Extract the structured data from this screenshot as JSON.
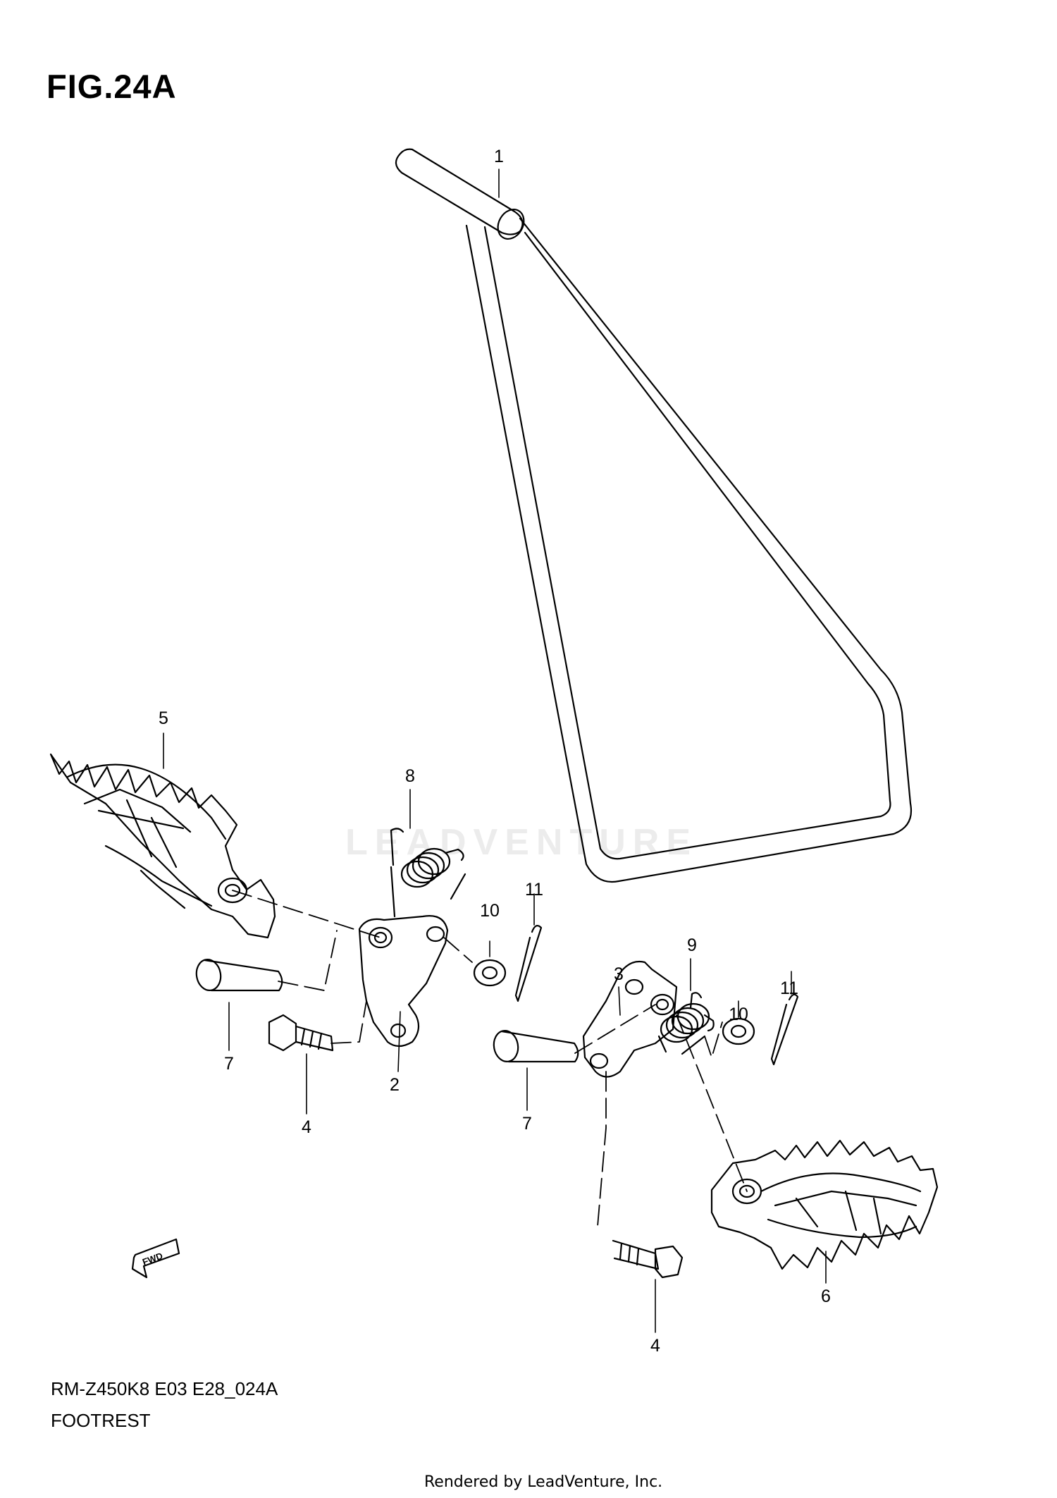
{
  "figure": {
    "title": "FIG.24A"
  },
  "callouts": {
    "c1": "1",
    "c2": "2",
    "c3": "3",
    "c4a": "4",
    "c4b": "4",
    "c5": "5",
    "c6": "6",
    "c7a": "7",
    "c7b": "7",
    "c8": "8",
    "c9": "9",
    "c10a": "10",
    "c10b": "10",
    "c11a": "11",
    "c11b": "11"
  },
  "direction_marker": "FWD",
  "watermark": "LEADVENTURE",
  "footer": {
    "model_code": "RM-Z450K8 E03 E28_024A",
    "section_name": "FOOTREST",
    "credit": "Rendered by LeadVenture, Inc."
  },
  "colors": {
    "line": "#000000",
    "background": "#ffffff",
    "watermark": "#c8c8c8"
  }
}
